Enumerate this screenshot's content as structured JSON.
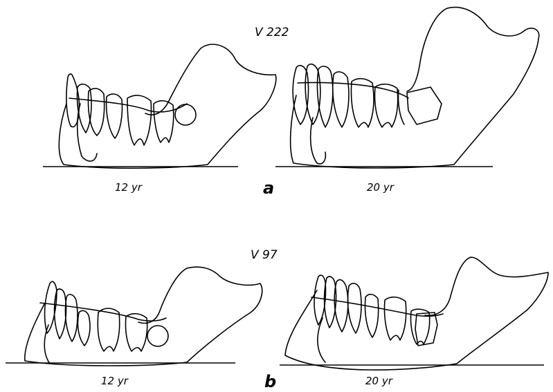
{
  "figure": {
    "case_a": "V 222",
    "case_b": "V 97",
    "panel_a": "a",
    "panel_b": "b",
    "age_a_left": "12 yr",
    "age_a_right": "20 yr",
    "age_b_left": "12 yr",
    "age_b_right": "20 yr"
  }
}
